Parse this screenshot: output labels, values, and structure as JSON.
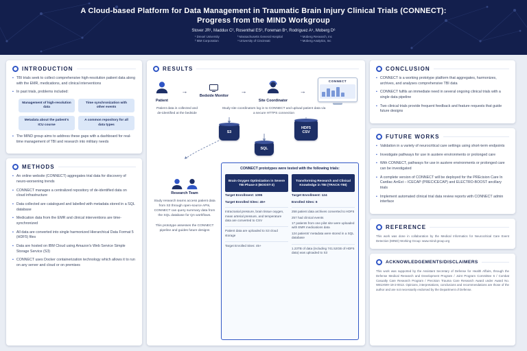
{
  "header": {
    "title_line1": "A Cloud-based Platform for Data Management in Traumatic Brain Injury Clinical Trials (CONNECT):",
    "title_line2": "Progress from the MIND Workgroup",
    "authors": "Stover JR¹, Maddux C², Rosenthal ES³, Foreman B⁴, Rodriguez A⁵, Moberg D⁶",
    "affiliations": [
      "¹ Drexel University",
      "² IBM Corporation",
      "³ Massachusetts General Hospital",
      "⁴ University of Cincinnati",
      "⁵ Moberg Research, Inc",
      "⁶ Moberg Analytics, Inc"
    ]
  },
  "introduction": {
    "title": "INTRODUCTION",
    "bullet1": "TBI trials seek to collect comprehensive high-resolution patient data along with the EMR, medications, and clinical interventions",
    "bullet2": "In past trials, problems included:",
    "problem_boxes": [
      "Management of high-resolution data",
      "Time synchronization with other events",
      "Metadata about the patient's ICU course",
      "A common repository for all data types"
    ],
    "bullet3": "The MIND group aims to address these gaps with a dashboard for real-time management of TBI and research into military needs"
  },
  "methods": {
    "title": "METHODS",
    "bullets": [
      "An online website (CONNECT) aggregates trial data for discovery of neuro-worsening trends",
      "CONNECT manages a centralized repository of de-identified data on cloud infrastructure",
      "Data collected are catalogued and labelled with metadata stored in a SQL database",
      "Medication data from the EMR and clinical interventions are time-synchronized",
      "All data are converted into single harmonized Hierarchical Data Format 5 (HDF5) files",
      "Data are hosted on IBM Cloud using Amazon's Web Service Simple Storage Service (S3)",
      "CONNECT uses Docker containerization technology which allows it to run on any server and cloud or on premises"
    ]
  },
  "results": {
    "title": "RESULTS",
    "flow": {
      "patient_label": "Patient",
      "bedside_label": "Bedside Monitor",
      "coordinator_label": "Site Coordinator",
      "connect_label": "CONNECT",
      "patient_caption": "Patient data is collected and de-identified at the bedside",
      "coordinator_caption": "Study site coordinators log in to CONNECT and upload patient data via a secure HTTPS connection"
    },
    "storage": {
      "s3": "S3",
      "sql": "SQL",
      "hdf5_line1": "HDF5",
      "hdf5_line2": "CSV"
    },
    "trials": {
      "header": "CONNECT prototypes were tested with the following trials:",
      "trial1": {
        "name": "Brain Oxygen Optimization in Severe TBI Phase-3 (BOOST-3)",
        "stat1": "Target Enrollment: 1095",
        "stat2": "Target Enrolled Sites: 45+",
        "p1": "Intracranial pressure, brain tissue oxygen, mean arterial pressure, and temperature data are converted to CSV",
        "p2": "Patient data are uploaded to S3 cloud storage",
        "p3": "Target Enrolled Sites: 45+"
      },
      "trial2": {
        "name": "Transforming Research and Clinical Knowledge in TBI (TRACK-TBI)",
        "stat1": "Target Enrollment: 124",
        "stat2": "Enrolled Sites: 6",
        "p1": "258 patient data archives converted to HDF5",
        "p2": "257 had clinical events",
        "p3": "17 patients from one pilot site were uploaded with EMR medications data",
        "p4": "124 patients' metadata were stored in a SQL database",
        "p5": "1.23TB of data (including 741.52GB of HDF5 data) was uploaded to S3"
      }
    },
    "research_team_label": "Research Team",
    "research_caption": "Study research teams access patient data from S3 through open-source APIs, CONNECT can query summary data from the SQL database for QA workflows.",
    "prototype_caption": "This prototype assesses the CONNECT pipeline and guides future designs"
  },
  "conclusion": {
    "title": "CONCLUSION",
    "bullets": [
      "CONNECT is a working prototype platform that aggregates, harmonizes, archives, and analyses comprehensive TBI data",
      "CONNECT fulfils an immediate need in several ongoing clinical trials with a single data pipeline",
      "Two clinical trials provide frequent feedback and feature requests that guide future designs"
    ]
  },
  "future_works": {
    "title": "FUTURE WORKS",
    "bullets": [
      "Validation in a variety of neurocritical care settings using short-term endpoints",
      "Investigate pathways for use in austere environments or prolonged care",
      "With CONNECT, pathways for use in austere environments or prolonged care can be investigated",
      "A complete version of CONNECT will be deployed for the PREcision Care In Cardiac ArrEst – ICECAP (PRECICECAP) and ELECTRO-BOOST ancillary trials",
      "Implement automated clinical trial data review reports with CONNECT admin interface"
    ]
  },
  "reference": {
    "title": "REFERENCE",
    "text": "This work was done in collaboration by the Medical Informatics for Neurocritical Care Event Detection (MIND) Working Group: www.mind-group.org"
  },
  "acknowledgements": {
    "title": "ACKNOWLEDGEMENTS/DISCLAIMERS",
    "text": "This work was supported by the Assistant Secretary of Defense for Health Affairs, through the Defense Medical Research and Development Program / Joint Program Committee 6 / Combat Casualty Care Research Program / Precision Trauma Care Research Award under Award No. W81XWH-19-2-0013. Opinions, interpretations, conclusions and recommendations are those of the author and are not necessarily endorsed by the Department of Defense."
  }
}
